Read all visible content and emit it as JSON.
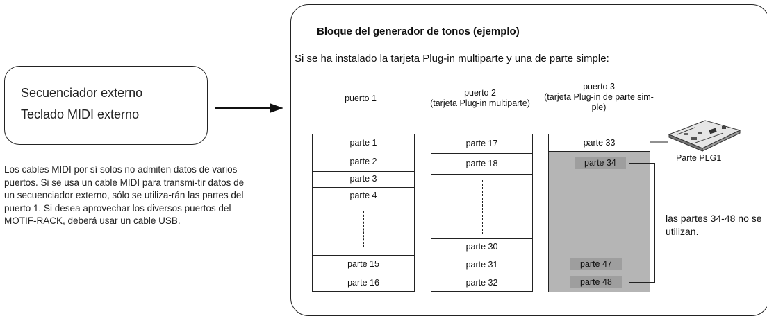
{
  "source": {
    "line1": "Secuenciador externo",
    "line2": "Teclado MIDI externo"
  },
  "note": "Los cables MIDI por sí solos no admiten datos de varios puertos. Si se usa un cable MIDI para transmi-tir datos de un secuenciador externo, sólo se utiliza-rán las partes del puerto 1. Si desea aprovechar los diversos puertos del MOTIF-RACK, deberá usar un cable USB.",
  "panel": {
    "title": "Bloque del generador de tonos (ejemplo)",
    "subtitle": "Si se ha instalado la tarjeta Plug-in multiparte y una de parte simple:"
  },
  "ports": [
    {
      "label": "puerto 1",
      "parts": [
        "parte 1",
        "parte 2",
        "parte 3",
        "parte 4",
        "parte 15",
        "parte 16"
      ]
    },
    {
      "label": "puerto 2\n(tarjeta Plug-in multiparte)",
      "parts": [
        "parte 17",
        "parte 18",
        "parte 30",
        "parte 31",
        "parte 32"
      ]
    },
    {
      "label": "puerto 3\n(tarjeta Plug-in de parte sim-\nple)",
      "parts": [
        "parte 33",
        "parte 34",
        "parte 47",
        "parte 48"
      ]
    }
  ],
  "plg_label": "Parte PLG1",
  "unused_note": "las partes 34-48 no se utilizan."
}
